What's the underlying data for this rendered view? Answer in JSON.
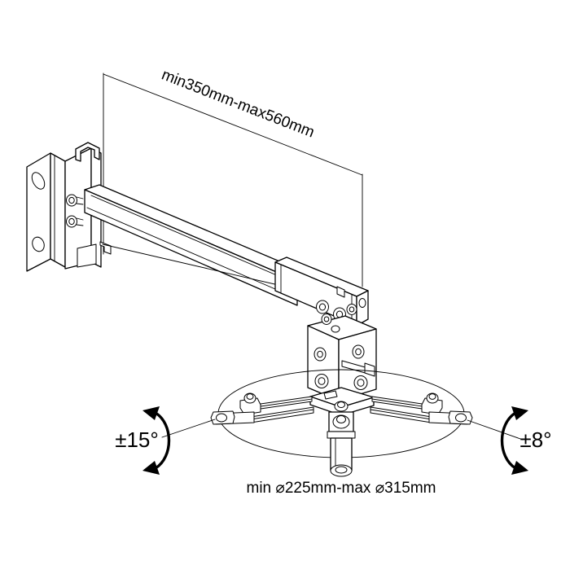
{
  "drawing": {
    "title": "Projector mount dimensional drawing",
    "background_color": "#ffffff",
    "line_color": "#000000",
    "annotations": {
      "extension_length": {
        "text": "min350mm-max560mm",
        "name": "arm-extension-dimension",
        "rotation_deg": 23.5
      },
      "mount_diameter": {
        "text": "min ⌀225mm-max ⌀315mm",
        "name": "spider-diameter-dimension"
      },
      "swivel_angle": {
        "text": "±15°",
        "name": "swivel-angle-label"
      },
      "tilt_angle": {
        "text": "±8°",
        "name": "tilt-angle-label"
      }
    },
    "parts": {
      "wall_plate": "wall-mounting-plate",
      "wall_plate_holes": 2,
      "arm_inner": "inner-telescoping-arm",
      "arm_outer": "outer-telescoping-arm",
      "pivot_head": "tilt-swivel-head",
      "spider": "projector-spider-bracket",
      "spider_arms": 4,
      "drop_tube": "center-drop-tube",
      "coverage_ellipse": "diameter-range-ellipse"
    }
  }
}
